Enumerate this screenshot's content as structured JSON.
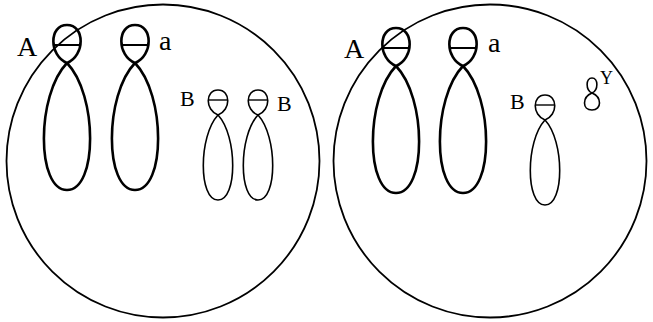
{
  "diagram": {
    "nodes": [
      {
        "text": [
          "A",
          "a",
          "B",
          "B"
        ]
      },
      {
        "text": [
          "A",
          "a",
          "B",
          "Y"
        ]
      }
    ]
  }
}
